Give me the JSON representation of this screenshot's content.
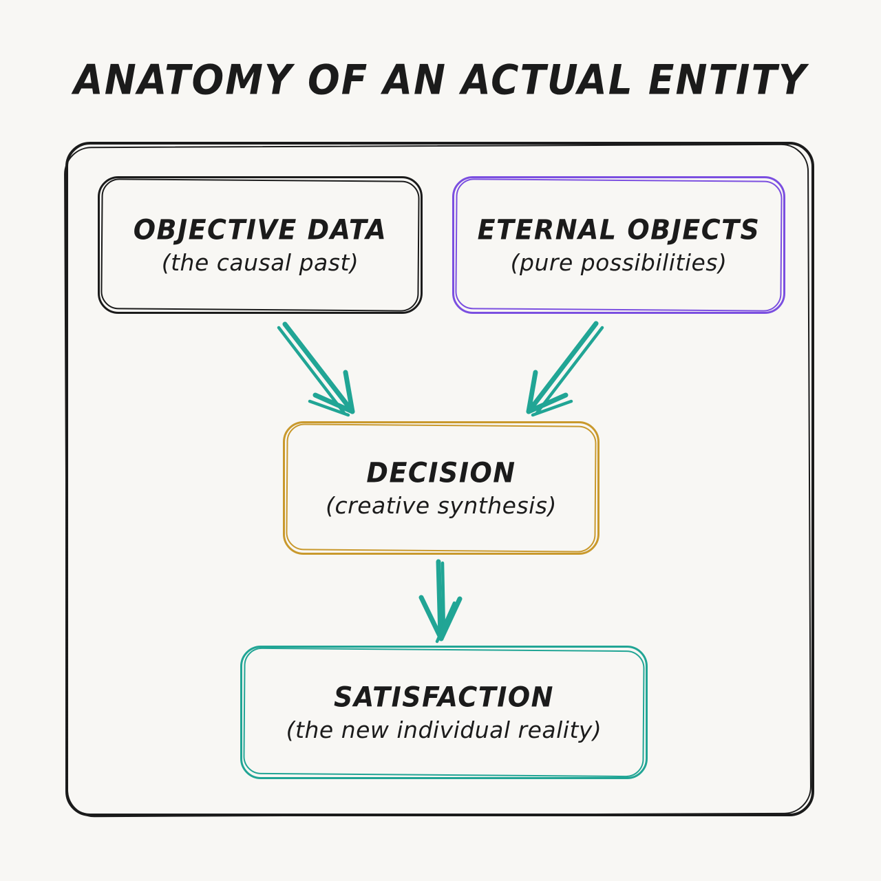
{
  "title": "ANATOMY OF AN ACTUAL ENTITY",
  "colors": {
    "background": "#f8f7f4",
    "black": "#1b1b1b",
    "purple": "#7b4fe0",
    "gold": "#c9992d",
    "teal": "#21a595",
    "text": "#1b1b1b"
  },
  "nodes": [
    {
      "id": "objective-data",
      "label": "OBJECTIVE DATA",
      "sublabel": "(the causal past)",
      "border_color": "#1b1b1b"
    },
    {
      "id": "eternal-objects",
      "label": "ETERNAL OBJECTS",
      "sublabel": "(pure possibilities)",
      "border_color": "#7b4fe0"
    },
    {
      "id": "decision",
      "label": "DECISION",
      "sublabel": "(creative synthesis)",
      "border_color": "#c9992d"
    },
    {
      "id": "satisfaction",
      "label": "SATISFACTION",
      "sublabel": "(the new individual reality)",
      "border_color": "#21a595"
    }
  ],
  "edges": [
    {
      "from": "objective-data",
      "to": "decision",
      "color": "#21a595"
    },
    {
      "from": "eternal-objects",
      "to": "decision",
      "color": "#21a595"
    },
    {
      "from": "decision",
      "to": "satisfaction",
      "color": "#21a595"
    }
  ]
}
